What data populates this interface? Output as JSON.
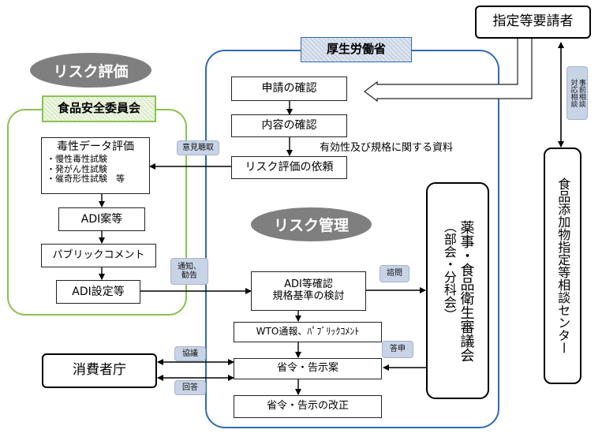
{
  "requester": "指定等要請者",
  "mhlw": {
    "label": "厚生労働省",
    "steps": [
      "申請の確認",
      "内容の確認",
      "リスク評価の依頼"
    ],
    "materials_note": "有効性及び規格に関する資料",
    "review": [
      "ADI等確認",
      "規格基準の検討"
    ],
    "wto": "WTO通報、ﾊﾟﾌﾞﾘｯｸｺﾒﾝﾄ",
    "ordinance": "省令・告示案",
    "revision": "省令・告示の改正"
  },
  "risk_assessment": {
    "pill": "リスク評価",
    "committee": "食品安全委員会",
    "tox_title": "毒性データ評価",
    "tox_items": [
      "・慢性毒性試験",
      "・発がん性試験",
      "・催奇形性試験　等"
    ],
    "adi_draft": "ADI案等",
    "public_comment": "パブリックコメント",
    "adi_setting": "ADI設定等"
  },
  "risk_management": {
    "pill": "リスク管理"
  },
  "council": {
    "main": "薬事・食品衛生審議会",
    "sub": "（部会・分科会）"
  },
  "consumer": "消費者庁",
  "center": "食品添加物指定等相談センター",
  "tags": {
    "opinion": "意見聴取",
    "notice": "通知、\n勧告",
    "inquiry": "諮問",
    "report": "答申",
    "consult": "協議",
    "answer": "回答",
    "prior": "事前相談\n対応相談"
  }
}
